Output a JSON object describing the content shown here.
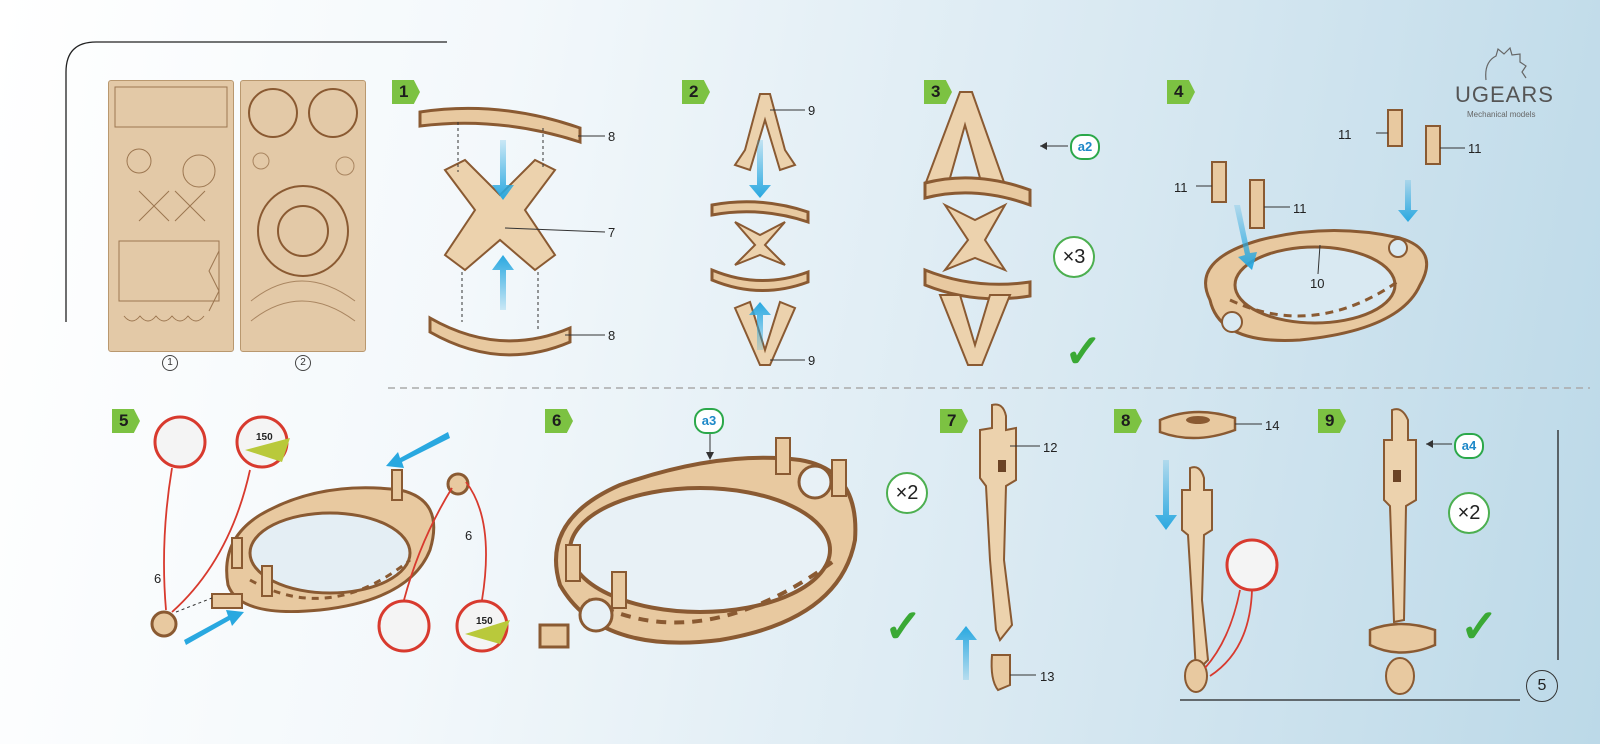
{
  "brand": {
    "name": "UGEARS",
    "tagline": "Mechanical models"
  },
  "page_number": "5",
  "sheets": [
    {
      "label": "1"
    },
    {
      "label": "2"
    }
  ],
  "steps": [
    {
      "number": "1",
      "parts": [
        "8",
        "7",
        "8"
      ]
    },
    {
      "number": "2",
      "parts": [
        "9",
        "9"
      ]
    },
    {
      "number": "3",
      "ref": "a2",
      "multiplier": "×3"
    },
    {
      "number": "4",
      "parts": [
        "11",
        "11",
        "11",
        "11",
        "10"
      ]
    },
    {
      "number": "5",
      "parts": [
        "6",
        "6"
      ],
      "glue_labels": [
        "150",
        "150"
      ]
    },
    {
      "number": "6",
      "ref": "a3",
      "multiplier": "×2"
    },
    {
      "number": "7",
      "parts": [
        "12",
        "13"
      ]
    },
    {
      "number": "8",
      "parts": [
        "14"
      ]
    },
    {
      "number": "9",
      "ref": "a4",
      "multiplier": "×2"
    }
  ],
  "colors": {
    "wood": "#e8c9a0",
    "wood_dark": "#8a5a32",
    "arrow_blue": "#29a8e0",
    "step_green": "#7cc242",
    "check_green": "#3aa935",
    "red_line": "#d83a2e"
  }
}
